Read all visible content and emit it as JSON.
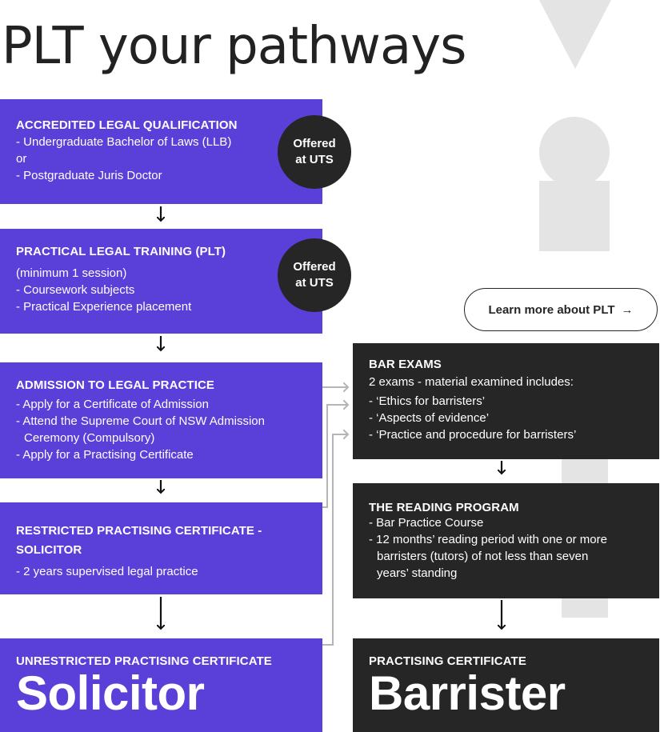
{
  "title": "PLT your pathways",
  "left_column": [
    {
      "heading": "ACCREDITED LEGAL QUALIFICATION",
      "lines": [
        "- Undergraduate Bachelor of Laws (LLB)",
        "or",
        "- Postgraduate Juris Doctor"
      ],
      "badge": [
        "Offered",
        "at UTS"
      ]
    },
    {
      "heading": "PRACTICAL LEGAL TRAINING (PLT)",
      "lines": [
        "(minimum 1 session)",
        "- Coursework subjects",
        "- Practical Experience placement"
      ],
      "badge": [
        "Offered",
        "at UTS"
      ]
    },
    {
      "heading": "ADMISSION TO LEGAL PRACTICE",
      "lines": [
        "- Apply for a Certificate of Admission",
        "- Attend the Supreme Court of NSW Admission",
        "Ceremony (Compulsory)",
        "- Apply for a Practising Certificate"
      ]
    },
    {
      "heading": "RESTRICTED PRACTISING CERTIFICATE -",
      "heading2": "SOLICITOR",
      "lines": [
        "- 2 years supervised legal practice"
      ]
    },
    {
      "heading": "UNRESTRICTED PRACTISING CERTIFICATE",
      "big": "Solicitor"
    }
  ],
  "right_column": [
    {
      "heading": "BAR EXAMS",
      "lines": [
        "2 exams - material examined includes:",
        "- ‘Ethics for barristers’",
        "- ‘Aspects of evidence’",
        "- ‘Practice and procedure for barristers’"
      ]
    },
    {
      "heading": "THE READING PROGRAM",
      "lines": [
        "- Bar Practice Course",
        "- 12 months’ reading period with one or more",
        "barristers (tutors) of not less than seven",
        "years’ standing"
      ]
    },
    {
      "heading": "PRACTISING CERTIFICATE",
      "big": "Barrister"
    }
  ],
  "learn_more": {
    "label": "Learn more about PLT",
    "arrow": "→"
  },
  "colors": {
    "purple": "#5b3fd9",
    "dark": "#262626",
    "connector": "#b5b5b5",
    "decor": "#e4e4e4"
  }
}
